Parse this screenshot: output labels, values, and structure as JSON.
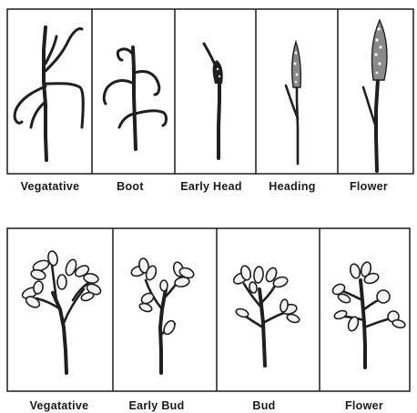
{
  "grass_row": {
    "stages": [
      "Vegatative",
      "Boot",
      "Early Head",
      "Heading",
      "Flower"
    ]
  },
  "legume_row": {
    "stages": [
      "Vegatative",
      "Early Bud",
      "Bud",
      "Flower"
    ]
  }
}
